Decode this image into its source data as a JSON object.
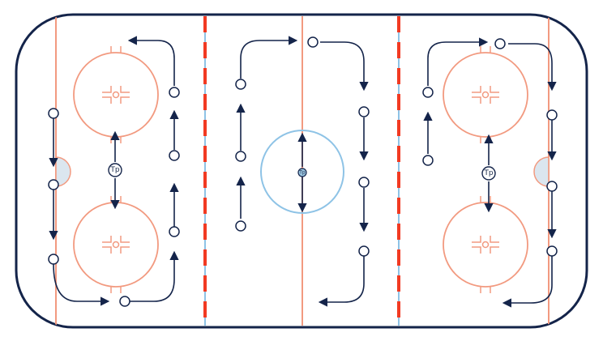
{
  "colors": {
    "board": "#14244a",
    "line": "#f29a80",
    "red_line": "#f23a22",
    "blue_line": "#8ec3e6",
    "center_circle": "#8ec3e6",
    "crease_fill": "#dbe6ef",
    "marker": "#14244a",
    "ice": "#ffffff"
  },
  "icons": {
    "player_marker": "open-circle-icon",
    "coach_marker": "tp-circle-icon",
    "arrow": "arrow-path-icon"
  },
  "labels": {
    "coach_left": "Tp",
    "coach_center": "Tp",
    "coach_right": "Tp"
  }
}
